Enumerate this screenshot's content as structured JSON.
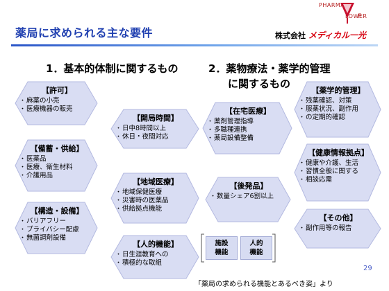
{
  "header": {
    "title": "薬局に求められる主な要件",
    "company_prefix": "株式会社",
    "company_brand": "メディカル一光",
    "logo_text_1": "F",
    "logo_text_1_full": "PHARMAC",
    "logo_text_2": "LOWER",
    "accent_color": "#1f3fb0",
    "brand_color": "#d7000f"
  },
  "sections": [
    {
      "heading": "1．基本的体制に関するもの"
    },
    {
      "heading_line1": "2．薬物療法・薬学的管理",
      "heading_line2": "に関するもの"
    }
  ],
  "left_cards": [
    {
      "title": "【許可】",
      "items": [
        "麻薬の小売",
        "医療機器の販売"
      ]
    },
    {
      "title": "【開局時間】",
      "items": [
        "日中8時間以上",
        "休日・夜間対応"
      ]
    },
    {
      "title": "【備蓄・供給】",
      "items": [
        "医薬品",
        "医療、衛生材料",
        "介護用品"
      ]
    },
    {
      "title": "【地域医療】",
      "items": [
        "地域保健医療",
        "災害時の医薬品",
        "供給拠点機能"
      ]
    },
    {
      "title": "【構造・設備】",
      "items": [
        "バリアフリー",
        "プライバシー配慮",
        "無菌調剤設備"
      ]
    },
    {
      "title": "【人的機能】",
      "items": [
        "日生涯教育への",
        "積極的な取組"
      ]
    }
  ],
  "right_cards": [
    {
      "title": "【在宅医療】",
      "items": [
        "薬剤管理指導",
        "多職種連携",
        "薬局設備整備"
      ]
    },
    {
      "title": "【薬学的管理】",
      "items": [
        "残薬確認、対策",
        "服薬状況、副作用",
        "の定期的確認"
      ]
    },
    {
      "title": "【健康情報拠点】",
      "items": [
        "健康や介護、生活",
        "習慣全般に関する",
        "相談応需"
      ]
    },
    {
      "title": "【後発品】",
      "items": [
        "数量シェア6割以上"
      ]
    },
    {
      "title": "【その他】",
      "items": [
        "副作用等の報告"
      ]
    }
  ],
  "small_boxes": [
    {
      "line1": "施設",
      "line2": "機能"
    },
    {
      "line1": "人的",
      "line2": "機能"
    }
  ],
  "footer": {
    "page_number": "29",
    "source": "「薬局の求められる機能とあるべき姿」より"
  }
}
